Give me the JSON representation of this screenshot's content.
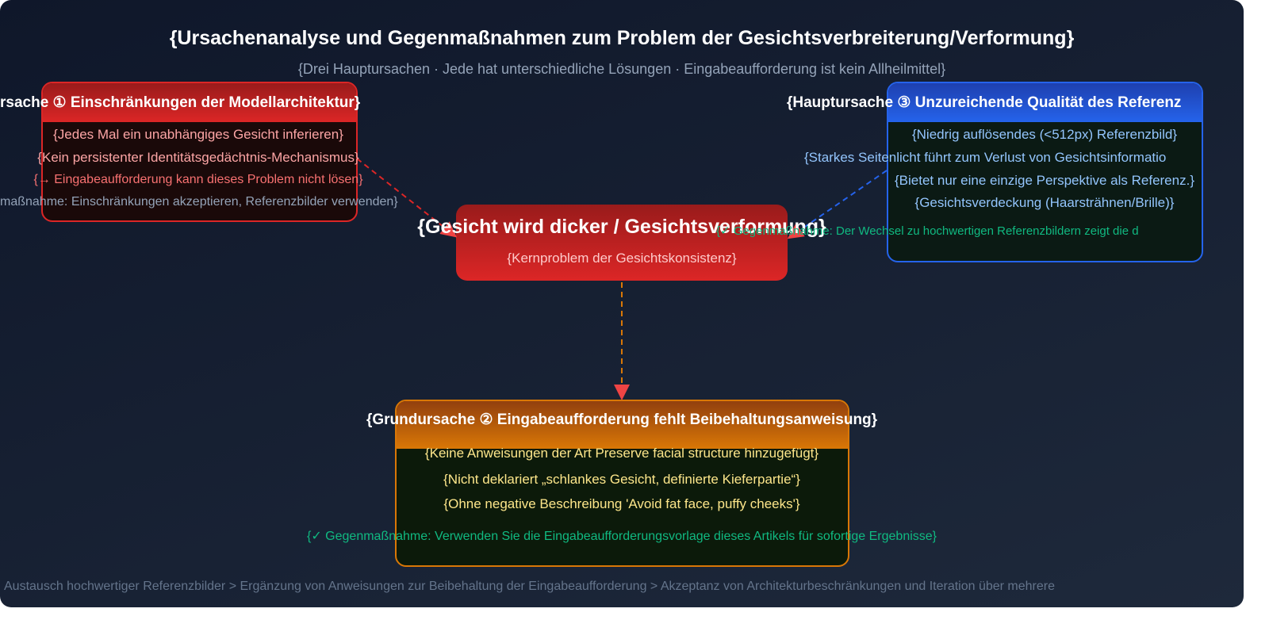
{
  "title": "{Ursachenanalyse und Gegenmaßnahmen zum Problem der Gesichtsverbreiterung/Verformung}",
  "subtitle": "{Drei Hauptursachen · Jede hat unterschiedliche Lösungen · Eingabeaufforderung ist kein Allheilmittel}",
  "colors": {
    "red": "#dc2626",
    "blue": "#2563eb",
    "orange": "#d97706",
    "green": "#10b981"
  },
  "cause1": {
    "title": "rsache ① Einschränkungen der Modellarchitektur}",
    "lines": [
      "{Jedes Mal ein unabhängiges Gesicht inferieren}",
      "{Kein persistenter Identitätsgedächtnis-Mechanismus}"
    ],
    "note": "{→ Eingabeaufforderung kann dieses Problem nicht lösen}",
    "countermeasure": "maßnahme: Einschränkungen akzeptieren, Referenzbilder verwenden}"
  },
  "core": {
    "title": "{Gesicht wird dicker / Gesichtsverformung}",
    "subtitle": "{Kernproblem der Gesichtskonsistenz}"
  },
  "cause3": {
    "title": "{Hauptursache ③ Unzureichende Qualität des Referenz",
    "lines": [
      "{Niedrig auflösendes (<512px) Referenzbild}",
      "{Starkes Seitenlicht führt zum Verlust von Gesichtsinformatio",
      "{Bietet nur eine einzige Perspektive als Referenz.}",
      "{Gesichtsverdeckung (Haarsträhnen/Brille)}"
    ],
    "countermeasure": "{✓ Gegenmaßnahme: Der Wechsel zu hochwertigen Referenzbildern zeigt die d"
  },
  "cause2": {
    "title": "{Grundursache ② Eingabeaufforderung fehlt Beibehaltungsanweisung}",
    "lines": [
      "{Keine Anweisungen der Art Preserve facial structure hinzugefügt}",
      "{Nicht deklariert „schlankes Gesicht, definierte Kieferpartie“}",
      "{Ohne negative Beschreibung 'Avoid fat face, puffy cheeks'}"
    ],
    "countermeasure": "{✓ Gegenmaßnahme: Verwenden Sie die Eingabeaufforderungsvorlage dieses Artikels für sofortige Ergebnisse}"
  },
  "footer": "Austausch hochwertiger Referenzbilder > Ergänzung von Anweisungen zur Beibehaltung der Eingabeaufforderung > Akzeptanz von Architekturbeschränkungen und Iteration über mehrere"
}
